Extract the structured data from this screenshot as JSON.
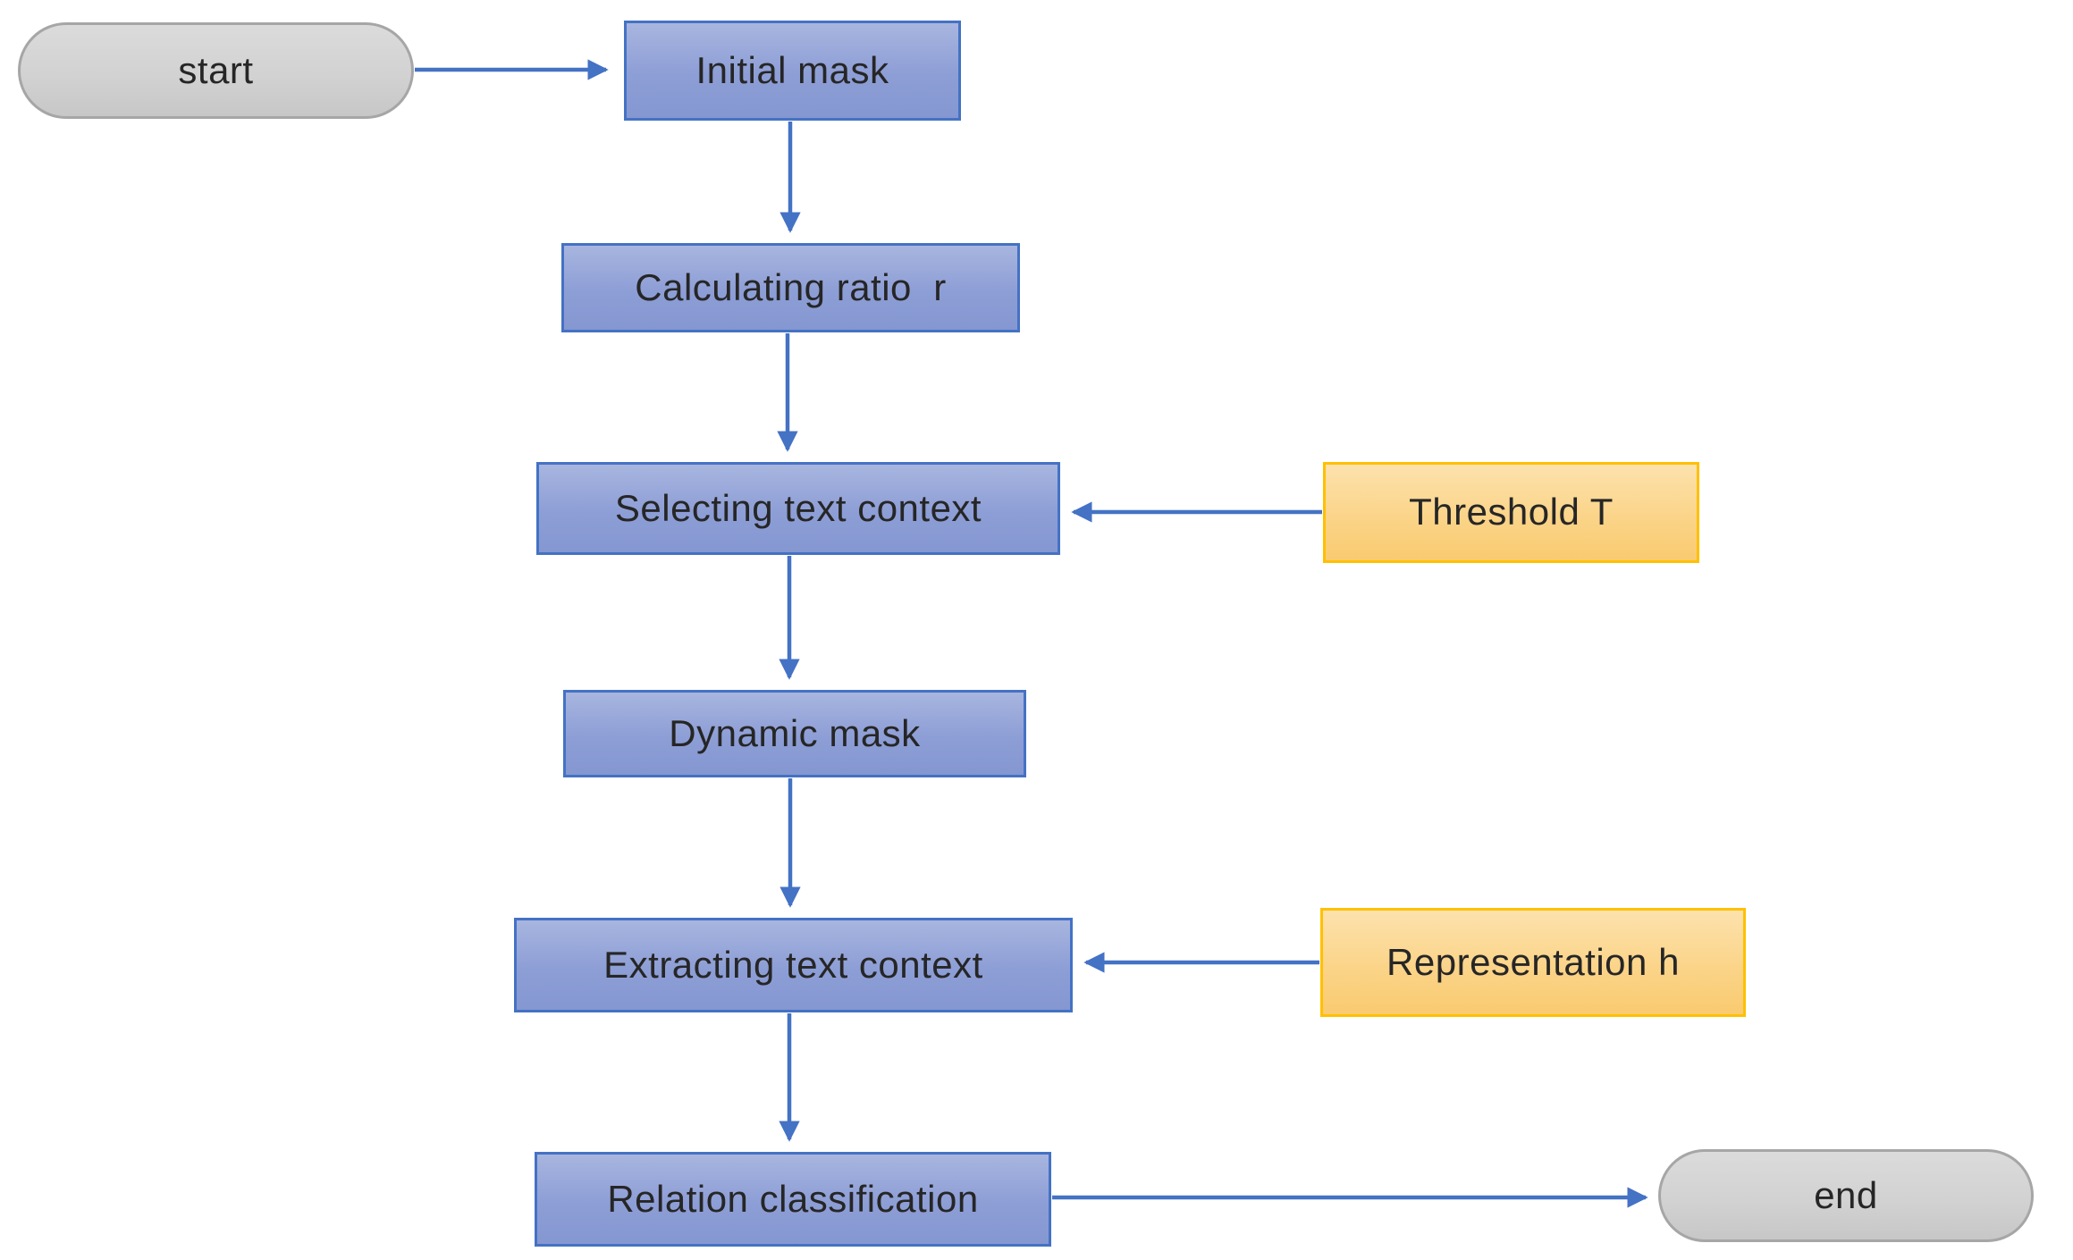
{
  "diagram": {
    "type": "flowchart",
    "nodes": {
      "start": {
        "label": "start",
        "shape": "stadium",
        "fill": "#d2d2d2",
        "border": "#a6a6a6"
      },
      "initial_mask": {
        "label": "Initial mask",
        "shape": "rect",
        "fill": "#8d9ed6",
        "border": "#4472c4"
      },
      "calculating_ratio": {
        "label": "Calculating ratio  r",
        "shape": "rect",
        "fill": "#8d9ed6",
        "border": "#4472c4"
      },
      "selecting_text_context": {
        "label": "Selecting text context",
        "shape": "rect",
        "fill": "#8d9ed6",
        "border": "#4472c4"
      },
      "threshold": {
        "label": "Threshold T",
        "shape": "rect",
        "fill": "#fbd489",
        "border": "#ffc000"
      },
      "dynamic_mask": {
        "label": "Dynamic mask",
        "shape": "rect",
        "fill": "#8d9ed6",
        "border": "#4472c4"
      },
      "extracting_text_context": {
        "label": "Extracting text context",
        "shape": "rect",
        "fill": "#8d9ed6",
        "border": "#4472c4"
      },
      "representation": {
        "label": "Representation h",
        "shape": "rect",
        "fill": "#fbd489",
        "border": "#ffc000"
      },
      "relation_classification": {
        "label": "Relation classification",
        "shape": "rect",
        "fill": "#8d9ed6",
        "border": "#4472c4"
      },
      "end": {
        "label": "end",
        "shape": "stadium",
        "fill": "#d2d2d2",
        "border": "#a6a6a6"
      }
    },
    "edges": [
      {
        "from": "start",
        "to": "initial_mask"
      },
      {
        "from": "initial_mask",
        "to": "calculating_ratio"
      },
      {
        "from": "calculating_ratio",
        "to": "selecting_text_context"
      },
      {
        "from": "threshold",
        "to": "selecting_text_context"
      },
      {
        "from": "selecting_text_context",
        "to": "dynamic_mask"
      },
      {
        "from": "dynamic_mask",
        "to": "extracting_text_context"
      },
      {
        "from": "representation",
        "to": "extracting_text_context"
      },
      {
        "from": "extracting_text_context",
        "to": "relation_classification"
      },
      {
        "from": "relation_classification",
        "to": "end"
      }
    ],
    "colors": {
      "arrow": "#4472c4",
      "process_fill": "#8d9ed6",
      "process_border": "#4472c4",
      "input_fill": "#fbd489",
      "input_border": "#ffc000",
      "terminal_fill": "#d2d2d2",
      "terminal_border": "#a6a6a6",
      "text": "#262626",
      "background": "#ffffff"
    }
  }
}
